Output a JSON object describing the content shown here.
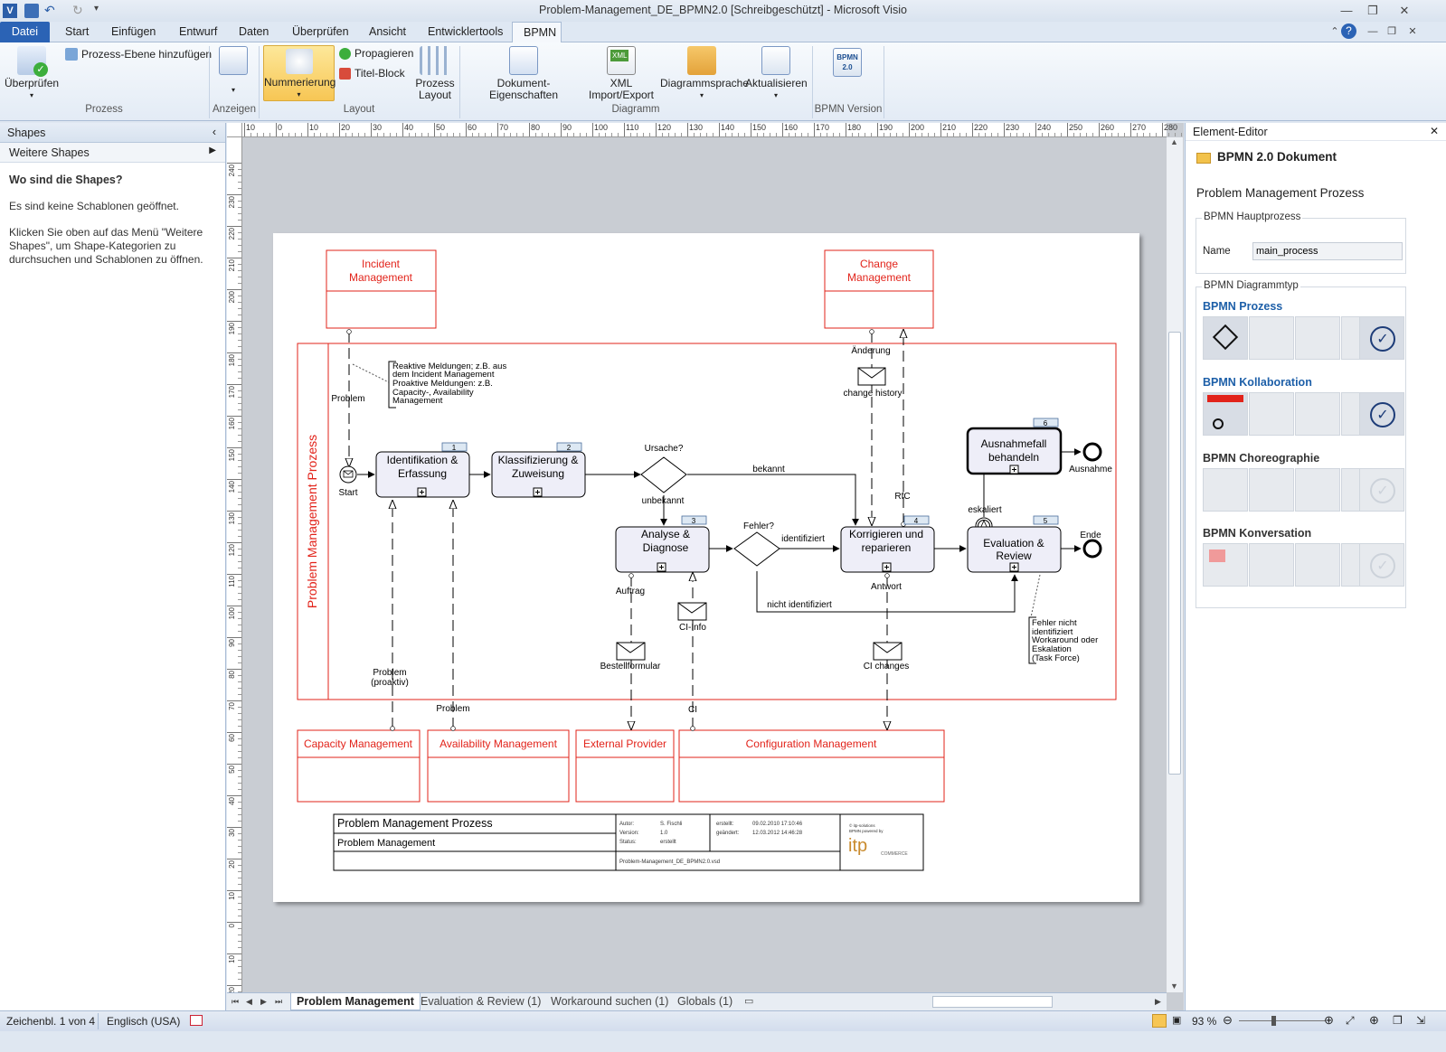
{
  "app": {
    "title": "Problem-Management_DE_BPMN2.0  [Schreibgeschützt]  -  Microsoft Visio"
  },
  "tabs": [
    "Datei",
    "Start",
    "Einfügen",
    "Entwurf",
    "Daten",
    "Überprüfen",
    "Ansicht",
    "Entwicklertools",
    "BPMN"
  ],
  "ribbon": {
    "ueberpruefen": "Überprüfen",
    "prozess_ebene": "Prozess-Ebene hinzufügen",
    "nummerierung": "Nummerierung",
    "propagieren": "Propagieren",
    "titel_block": "Titel-Block",
    "prozess_layout_1": "Prozess",
    "prozess_layout_2": "Layout",
    "dok_eig": "Dokument-Eigenschaften",
    "xml_1": "XML",
    "xml_2": "Import/Export",
    "diagrammsprache": "Diagrammsprache",
    "aktualisieren": "Aktualisieren",
    "bpmn_icon": "BPMN 2.0",
    "groups": {
      "prozess": "Prozess",
      "anzeigen": "Anzeigen",
      "layout": "Layout",
      "diagramm": "Diagramm",
      "bpmn_version": "BPMN Version"
    }
  },
  "shapes_pane": {
    "title": "Shapes",
    "weitere": "Weitere Shapes",
    "heading": "Wo sind die Shapes?",
    "line1": "Es sind keine Schablonen geöffnet.",
    "line2": "Klicken Sie oben auf das Menü \"Weitere Shapes\", um Shape-Kategorien zu durchsuchen und Schablonen zu öffnen."
  },
  "ruler": {
    "top": [
      "10",
      "0",
      "10",
      "20",
      "30",
      "40",
      "50",
      "60",
      "70",
      "80",
      "90",
      "100",
      "110",
      "120",
      "130",
      "140",
      "150",
      "160",
      "170",
      "180",
      "190",
      "200",
      "210",
      "220",
      "230",
      "240",
      "250",
      "260",
      "270",
      "280"
    ],
    "left": [
      "240",
      "230",
      "220",
      "210",
      "200",
      "190",
      "180",
      "170",
      "160",
      "150",
      "140",
      "130",
      "120",
      "110",
      "100",
      "90",
      "80",
      "70",
      "60",
      "50",
      "40",
      "30",
      "20",
      "10",
      "0",
      "10",
      "20"
    ]
  },
  "diagram": {
    "pool_label": "Problem Management Prozess",
    "ext": {
      "incident": [
        "Incident",
        "Management"
      ],
      "change": [
        "Change",
        "Management"
      ],
      "capacity": "Capacity Management",
      "availability": "Availability Management",
      "external": "External Provider",
      "configuration": "Configuration Management"
    },
    "tasks": {
      "t1": [
        "Identifikation &",
        "Erfassung"
      ],
      "t2": [
        "Klassifizierung &",
        "Zuweisung"
      ],
      "t3": [
        "Analyse &",
        "Diagnose"
      ],
      "t4": [
        "Korrigieren und",
        "reparieren"
      ],
      "t5": [
        "Evaluation &",
        "Review"
      ],
      "t6": [
        "Ausnahmefall",
        "behandeln"
      ]
    },
    "task_numbers": [
      "1",
      "2",
      "3",
      "4",
      "5",
      "6"
    ],
    "labels": {
      "start": "Start",
      "ende": "Ende",
      "ausnahme": "Ausnahme",
      "ursache": "Ursache?",
      "bekannt": "bekannt",
      "unbekannt": "unbekannt",
      "fehler": "Fehler?",
      "identifiziert": "identifiziert",
      "nicht_identifiziert": "nicht identifiziert",
      "rfc": "RfC",
      "eskaliert": "eskaliert",
      "aenderung": "Änderung",
      "change_history": "change history",
      "problem1": "Problem",
      "problem_proaktiv": [
        "Problem",
        "(proaktiv)"
      ],
      "problem2": "Problem",
      "auftrag": "Auftrag",
      "bestellformular": "Bestellformular",
      "ci_info": "CI-Info",
      "ci": "CI",
      "antwort": "Antwort",
      "ci_changes": "CI changes"
    },
    "annotation1": [
      "Reaktive Meldungen; z.B. aus",
      "dem Incident Management",
      "Proaktive Meldungen: z.B.",
      "Capacity-, Availability",
      "Management"
    ],
    "annotation2": [
      "Fehler nicht",
      "identifiziert",
      "Workaround oder",
      "Eskalation",
      "(Task Force)"
    ]
  },
  "titleblock": {
    "title": "Problem Management Prozess",
    "subtitle": "Problem Management",
    "autor_l": "Autor:",
    "autor": "S. Fischli",
    "version_l": "Version:",
    "version": "1.0",
    "status_l": "Status:",
    "status": "erstellt",
    "erstellt_l": "erstellt:",
    "erstellt": "09.02.2010 17:10:46",
    "geaendert_l": "geändert:",
    "geaendert": "12.03.2012 14:46:28",
    "file": "Problem-Management_DE_BPMN2.0.vsd",
    "logo": "itp",
    "logo_top": "© itp-solutions",
    "logo_top2": "BPMN powered by",
    "logo_sub": "COMMERCE"
  },
  "element_editor": {
    "title": "Element-Editor",
    "doc": "BPMN 2.0 Dokument",
    "process": "Problem Management Prozess",
    "hauptprozess": "BPMN Hauptprozess",
    "name_label": "Name",
    "name_value": "main_process",
    "diagrammtyp": "BPMN Diagrammtyp",
    "types": [
      "BPMN Prozess",
      "BPMN Kollaboration",
      "BPMN Choreographie",
      "BPMN Konversation"
    ]
  },
  "page_tabs": [
    "Problem Management",
    "Evaluation & Review (1)",
    "Workaround suchen (1)",
    "Globals (1)"
  ],
  "status": {
    "page": "Zeichenbl. 1 von 4",
    "lang": "Englisch (USA)",
    "zoom": "93 %"
  },
  "colors": {
    "accent": "#2b63b5",
    "red": "#e2231a",
    "task_fill": "#eeeef8",
    "tab_blue": "#2b63b5"
  }
}
